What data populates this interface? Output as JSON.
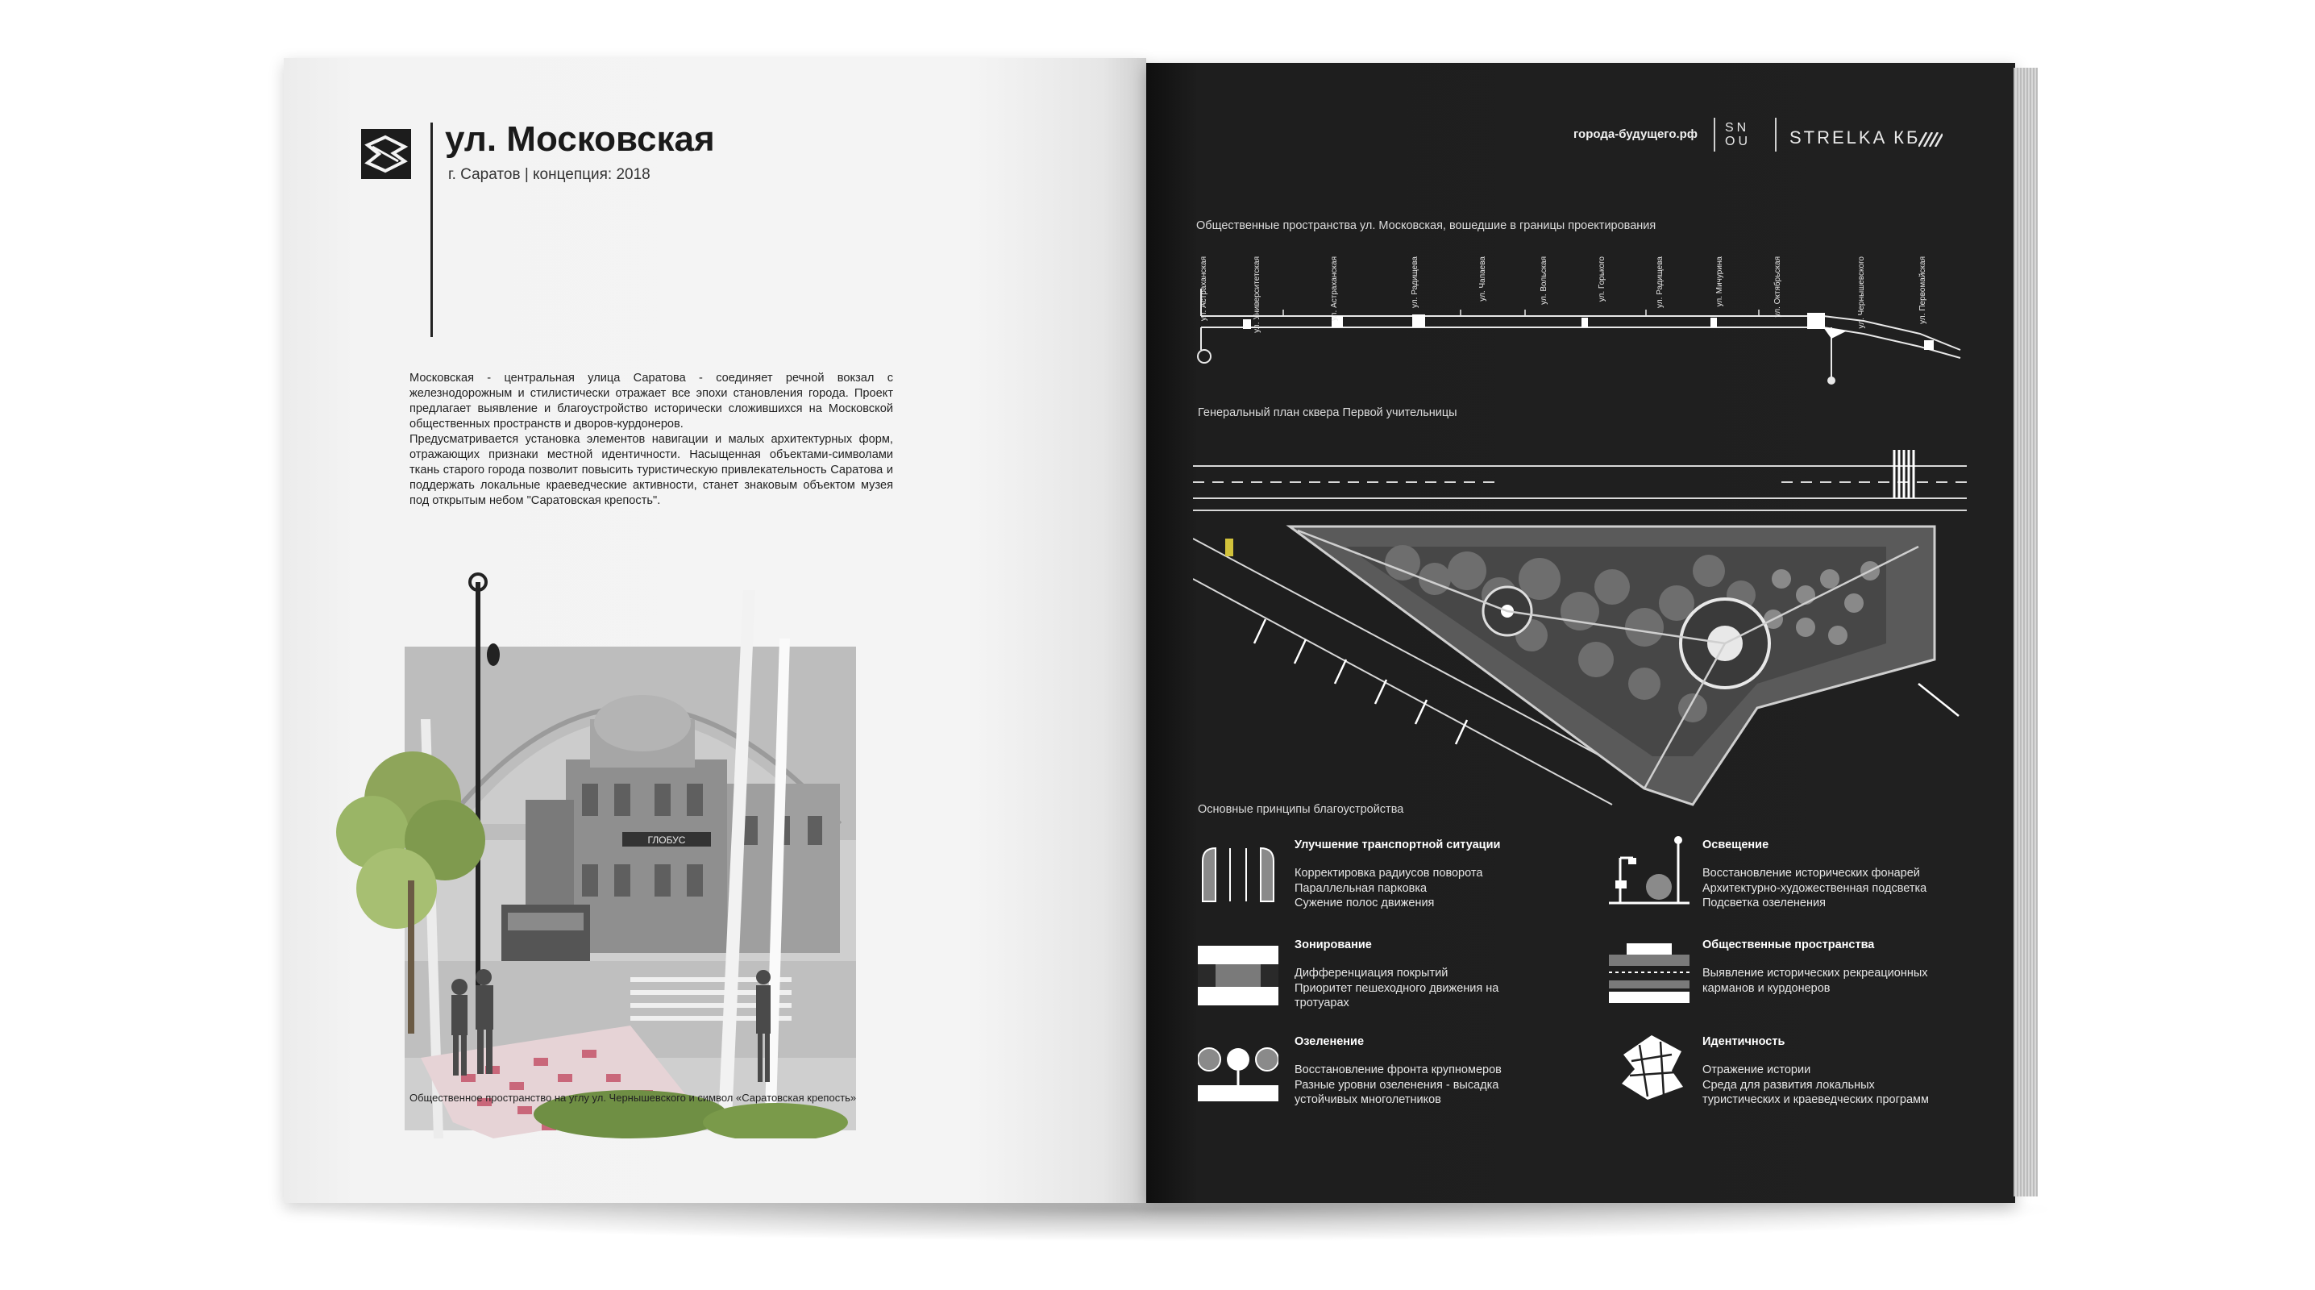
{
  "left_page": {
    "title": "ул. Московская",
    "subtitle": "г. Саратов  |  концепция: 2018",
    "paragraph_1": "Московская - центральная улица Саратова - соединяет речной вокзал с железнодорожным и стилистически отражает все эпохи становления города. Проект предлагает выявление и благоустройство исторически сложившихся на Московской общественных пространств и дворов-курдонеров.",
    "paragraph_2": "Предусматривается установка элементов навигации и малых архитектурных форм, отражающих признаки местной идентичности. Насыщенная объектами-символами ткань старого города позволит повысить туристическую привлекательность Саратова и поддержать локальные краеведческие активности, станет знаковым объектом музея под открытым небом \"Саратовская крепость\".",
    "shop_sign": "ГЛОБУС",
    "caption": "Общественное пространство на углу ул. Чернышевского и символ «Саратовская крепость»"
  },
  "right_page": {
    "header": {
      "url": "города-будущего.рф",
      "snou_line1": "SN",
      "snou_line2": "OU",
      "strelka": "STRELKA КБ"
    },
    "section_1_label": "Общественные пространства ул. Московская, вошедшие в границы проектирования",
    "streets": [
      "ул. Астраханская",
      "ул. Университетская",
      "ул. Астраханская",
      "ул. Радищева",
      "ул. Чапаева",
      "ул. Вольская",
      "ул. Горького",
      "ул. Радищева",
      "ул. Мичурина",
      "ул. Октябрьская",
      "ул. Чернышевского",
      "ул. Первомайская"
    ],
    "section_2_label": "Генеральный план сквера Первой учительницы",
    "section_3_label": "Основные принципы благоустройства",
    "principles": [
      {
        "title": "Улучшение транспортной ситуации",
        "lines": [
          "Корректировка радиусов поворота",
          "Параллельная парковка",
          "Сужение полос движения"
        ]
      },
      {
        "title": "Освещение",
        "lines": [
          "Восстановление исторических фонарей",
          "Архитектурно-художественная подсветка",
          "Подсветка озеленения"
        ]
      },
      {
        "title": "Зонирование",
        "lines": [
          "Дифференциация покрытий",
          "Приоритет пешеходного движения на",
          "тротуарах"
        ]
      },
      {
        "title": "Общественные пространства",
        "lines": [
          "Выявление исторических рекреационных",
          "карманов и курдонеров"
        ]
      },
      {
        "title": "Озеленение",
        "lines": [
          "Восстановление фронта крупномеров",
          "Разные уровни озеленения - высадка",
          "устойчивых многолетников"
        ]
      },
      {
        "title": "Идентичность",
        "lines": [
          "Отражение истории",
          "Среда для развития локальных",
          "туристических и краеведческих программ"
        ]
      }
    ]
  },
  "colors": {
    "right_page_bg": "#202020",
    "left_page_bg": "#f4f4f4",
    "accent_paving": "#c9677a"
  },
  "icons": [
    "city-logo-icon",
    "transport-icon",
    "lighting-icon",
    "zoning-icon",
    "public-space-icon",
    "greening-icon",
    "identity-icon"
  ]
}
